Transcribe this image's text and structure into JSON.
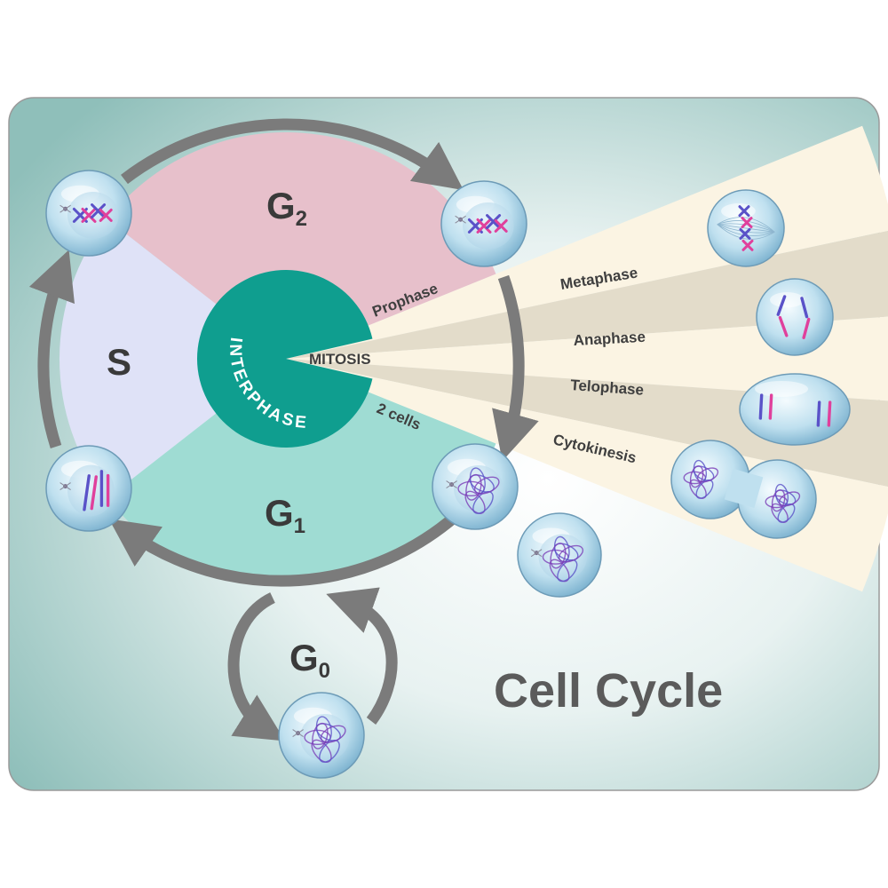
{
  "diagram": {
    "title": "Cell Cycle",
    "center_label": "INTERPHASE",
    "mitosis_label": "MITOSIS",
    "phases": {
      "g2": {
        "main": "G",
        "sub": "2"
      },
      "s": {
        "main": "S"
      },
      "g1": {
        "main": "G",
        "sub": "1"
      },
      "g0": {
        "main": "G",
        "sub": "0"
      }
    },
    "mitosis_stages": [
      "Prophase",
      "Metaphase",
      "Anaphase",
      "Telophase",
      "Cytokinesis"
    ],
    "division_label": "2 cells",
    "colors": {
      "g2": "#e7c0cb",
      "s": "#dfe2f7",
      "g1": "#9fdcd3",
      "interphase": "#0f9e8f",
      "arrow": "#7b7b7b",
      "fan_light": "#fbf4e3",
      "fan_dark": "#e3dcca",
      "chromosome_pink": "#e0409c",
      "chromosome_blue": "#5a52c8"
    }
  }
}
